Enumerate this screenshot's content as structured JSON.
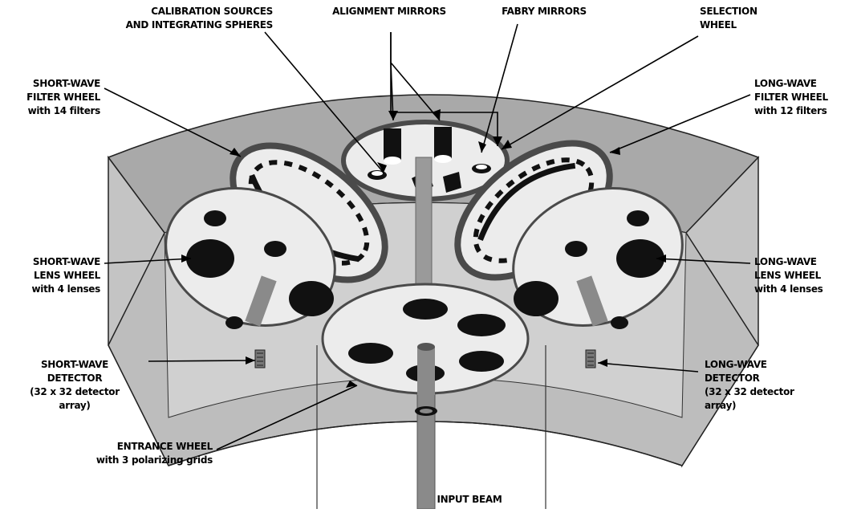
{
  "labels": {
    "calibration": [
      "CALIBRATION SOURCES",
      "AND INTEGRATING SPHERES"
    ],
    "alignment": [
      "ALIGNMENT MIRRORS"
    ],
    "fabry": [
      "FABRY MIRRORS"
    ],
    "selection": [
      "SELECTION",
      "WHEEL"
    ],
    "sw_filter": [
      "SHORT-WAVE",
      "FILTER WHEEL",
      "with 14 filters"
    ],
    "lw_filter": [
      "LONG-WAVE",
      "FILTER WHEEL",
      "with 12 filters"
    ],
    "sw_lens": [
      "SHORT-WAVE",
      "LENS WHEEL",
      "with 4 lenses"
    ],
    "lw_lens": [
      "LONG-WAVE",
      "LENS WHEEL",
      "with 4 lenses"
    ],
    "sw_detector": [
      "SHORT-WAVE",
      "DETECTOR",
      "(32 x 32 detector",
      "array)"
    ],
    "lw_detector": [
      "LONG-WAVE",
      "DETECTOR",
      "(32 x 32 detector",
      "array)"
    ],
    "entrance": [
      "ENTRANCE WHEEL",
      "with 3 polarizing grids"
    ],
    "input": [
      "INPUT BEAM"
    ]
  },
  "colors": {
    "housing_top": "#a9a9a9",
    "housing_side": "#c8c8c8",
    "wheel_face": "#ececec",
    "wheel_rim": "#4a4a4a",
    "dark": "#111111",
    "beam": "#8a8a8a"
  }
}
